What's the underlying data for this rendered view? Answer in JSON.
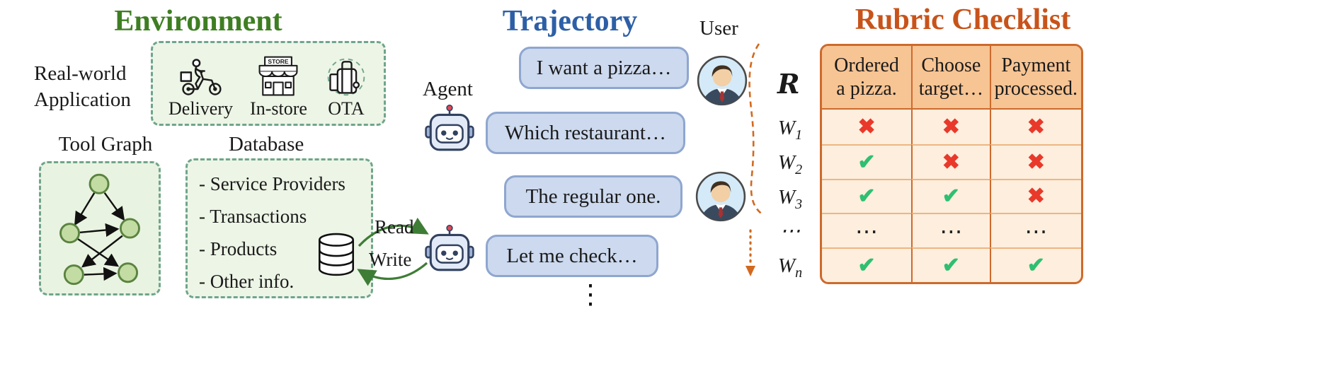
{
  "environment": {
    "title": "Environment",
    "real_world_label_line1": "Real-world",
    "real_world_label_line2": "Application",
    "apps": [
      {
        "name": "Delivery"
      },
      {
        "name": "In-store"
      },
      {
        "name": "OTA"
      }
    ],
    "store_sign": "STORE",
    "tool_graph_label": "Tool Graph",
    "database_label": "Database",
    "database_items": [
      "- Service Providers",
      "- Transactions",
      "- Products",
      "- Other info."
    ],
    "read_label": "Read",
    "write_label": "Write"
  },
  "trajectory": {
    "title": "Trajectory",
    "agent_label": "Agent",
    "user_label": "User",
    "messages": [
      {
        "speaker": "user",
        "text": "I want a pizza…"
      },
      {
        "speaker": "agent",
        "text": "Which restaurant…"
      },
      {
        "speaker": "user",
        "text": "The regular one."
      },
      {
        "speaker": "agent",
        "text": "Let me check…"
      }
    ],
    "ellipsis": "⋮"
  },
  "rubric": {
    "title": "Rubric Checklist",
    "set_symbol": "R",
    "headers": [
      [
        "Ordered",
        "a pizza."
      ],
      [
        "Choose",
        "target…"
      ],
      [
        "Payment",
        "processed."
      ]
    ],
    "rows": [
      {
        "label_base": "W",
        "label_sub": "1",
        "cells": [
          "fail",
          "fail",
          "fail"
        ]
      },
      {
        "label_base": "W",
        "label_sub": "2",
        "cells": [
          "pass",
          "fail",
          "fail"
        ]
      },
      {
        "label_base": "W",
        "label_sub": "3",
        "cells": [
          "pass",
          "pass",
          "fail"
        ]
      },
      {
        "label_base": "⋯",
        "label_sub": "",
        "cells": [
          "dots",
          "dots",
          "dots"
        ]
      },
      {
        "label_base": "W",
        "label_sub": "n",
        "cells": [
          "pass",
          "pass",
          "pass"
        ]
      }
    ]
  },
  "colors": {
    "environment_green": "#3e7e22",
    "trajectory_blue": "#2d5fa6",
    "rubric_orange": "#c8531a",
    "pass_green": "#2fbf71",
    "fail_red": "#e8392b",
    "bubble_blue": "#ccd9ee",
    "box_green": "#edf5e6",
    "table_orange": "#cd6a2d"
  }
}
